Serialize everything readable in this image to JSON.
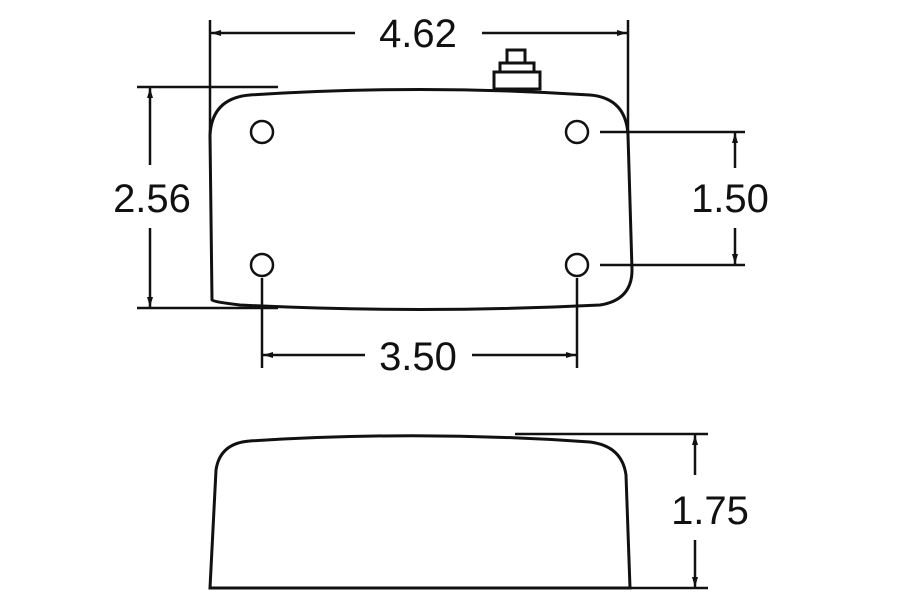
{
  "dimensions": {
    "overall_width": "4.62",
    "overall_height": "2.56",
    "hole_vertical_spacing": "1.50",
    "hole_horizontal_spacing": "3.50",
    "depth": "1.75"
  },
  "colors": {
    "line": "#111111",
    "background": "#ffffff"
  }
}
